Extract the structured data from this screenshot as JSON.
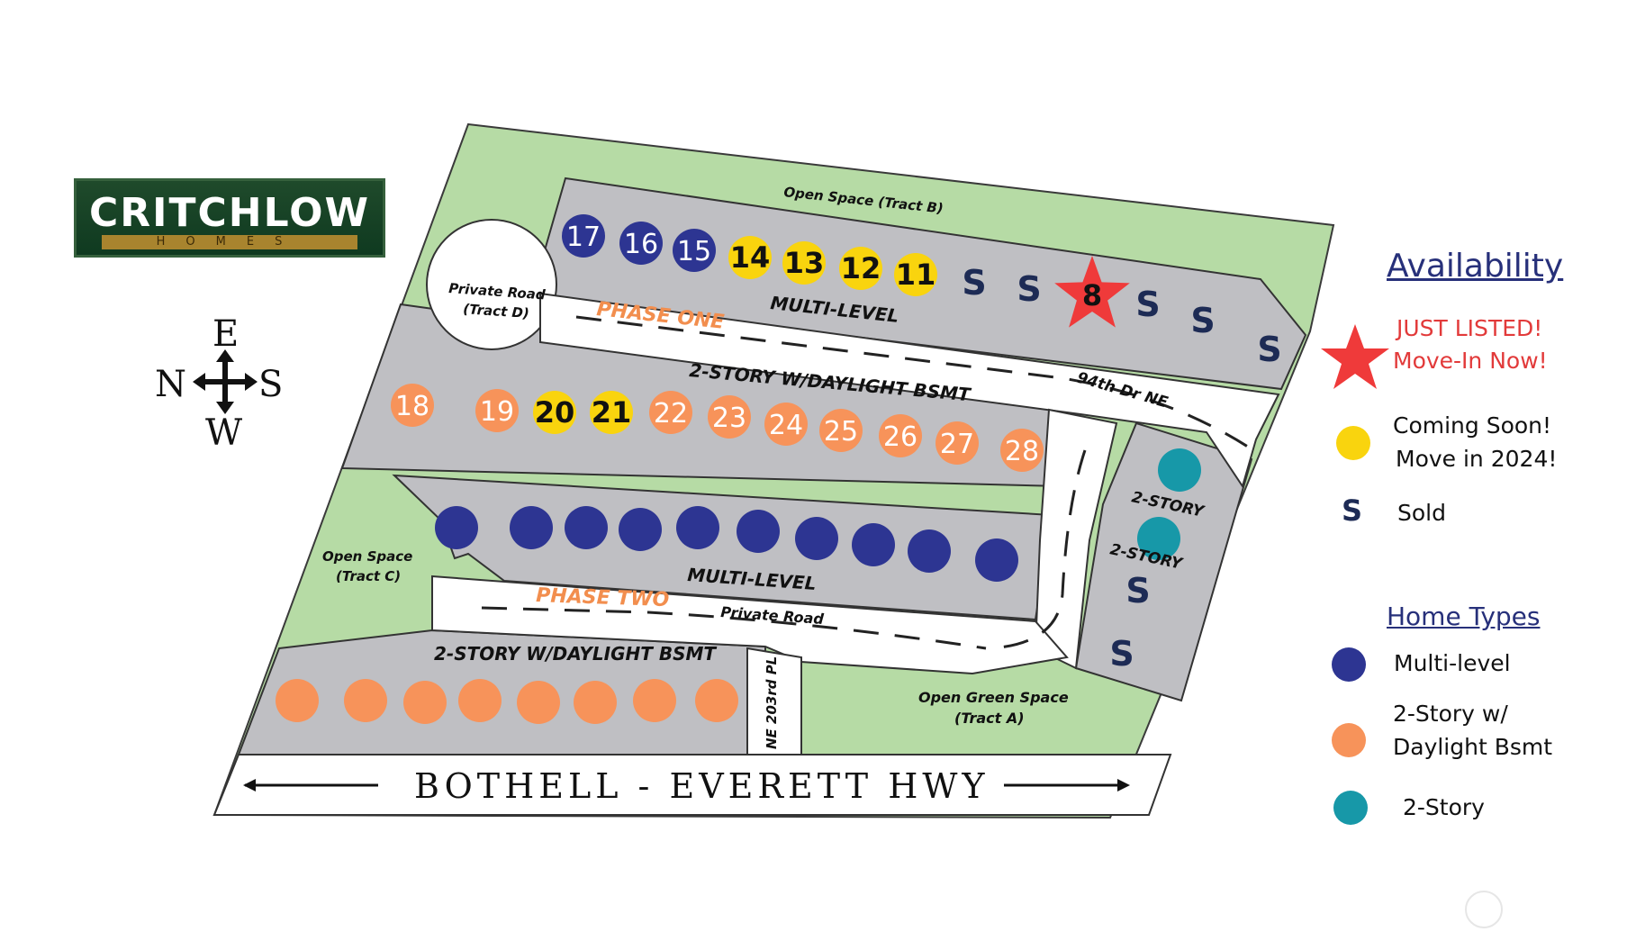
{
  "logo": {
    "name": "CRITCHLOW",
    "sub": "HOMES"
  },
  "compass": {
    "e": "E",
    "n": "N",
    "s": "S",
    "w": "W"
  },
  "colors": {
    "multi_level": "#2d3592",
    "daylight": "#f7935a",
    "two_story": "#1798a8",
    "coming_soon": "#f9d40e",
    "sold": "#1d2b55",
    "just_listed": "#ef3a3a",
    "open_space": "#b6dba5",
    "lot": "#bfbfc3",
    "phase_label": "#f28e4e"
  },
  "map_labels": {
    "open_space_b": "Open Space (Tract B)",
    "private_road_d_1": "Private Road",
    "private_road_d_2": "(Tract D)",
    "phase_one": "PHASE ONE",
    "multi_level_top": "MULTI-LEVEL",
    "street_94th": "94th Dr NE",
    "daylight_top": "2-STORY W/DAYLIGHT BSMT",
    "two_story_a": "2-STORY",
    "two_story_b": "2-STORY",
    "open_space_c_1": "Open Space",
    "open_space_c_2": "(Tract C)",
    "multi_level_mid": "MULTI-LEVEL",
    "phase_two": "PHASE TWO",
    "private_road": "Private Road",
    "daylight_bottom": "2-STORY W/DAYLIGHT BSMT",
    "ne_203rd": "NE 203rd PL",
    "open_green_1": "Open Green Space",
    "open_green_2": "(Tract A)",
    "highway": "BOTHELL - EVERETT HWY"
  },
  "lots_top": [
    {
      "label": "17",
      "status": "multi_level"
    },
    {
      "label": "16",
      "status": "multi_level"
    },
    {
      "label": "15",
      "status": "multi_level"
    },
    {
      "label": "14",
      "status": "coming_soon"
    },
    {
      "label": "13",
      "status": "coming_soon"
    },
    {
      "label": "12",
      "status": "coming_soon"
    },
    {
      "label": "11",
      "status": "coming_soon"
    },
    {
      "label": "S",
      "status": "sold"
    },
    {
      "label": "S",
      "status": "sold"
    },
    {
      "label": "8",
      "status": "just_listed"
    },
    {
      "label": "S",
      "status": "sold"
    },
    {
      "label": "S",
      "status": "sold"
    },
    {
      "label": "S",
      "status": "sold"
    }
  ],
  "lots_daylight_top": [
    {
      "label": "18",
      "status": "daylight"
    },
    {
      "label": "19",
      "status": "daylight"
    },
    {
      "label": "20",
      "status": "coming_soon"
    },
    {
      "label": "21",
      "status": "coming_soon"
    },
    {
      "label": "22",
      "status": "daylight"
    },
    {
      "label": "23",
      "status": "daylight"
    },
    {
      "label": "24",
      "status": "daylight"
    },
    {
      "label": "25",
      "status": "daylight"
    },
    {
      "label": "26",
      "status": "daylight"
    },
    {
      "label": "27",
      "status": "daylight"
    },
    {
      "label": "28",
      "status": "daylight"
    }
  ],
  "lots_multi_mid_count": 10,
  "lots_daylight_bottom_count": 8,
  "lots_east": [
    {
      "label": "",
      "status": "two_story"
    },
    {
      "label": "",
      "status": "two_story"
    },
    {
      "label": "S",
      "status": "sold"
    },
    {
      "label": "S",
      "status": "sold"
    }
  ],
  "legend": {
    "availability_title": "Availability",
    "just_listed_1": "JUST LISTED!",
    "just_listed_2": "Move-In Now!",
    "coming_soon_1": "Coming Soon!",
    "coming_soon_2": "Move in 2024!",
    "sold_symbol": "S",
    "sold": "Sold",
    "home_types_title": "Home Types",
    "multi_level": "Multi-level",
    "daylight_1": "2-Story w/",
    "daylight_2": "Daylight Bsmt",
    "two_story": "2-Story"
  }
}
